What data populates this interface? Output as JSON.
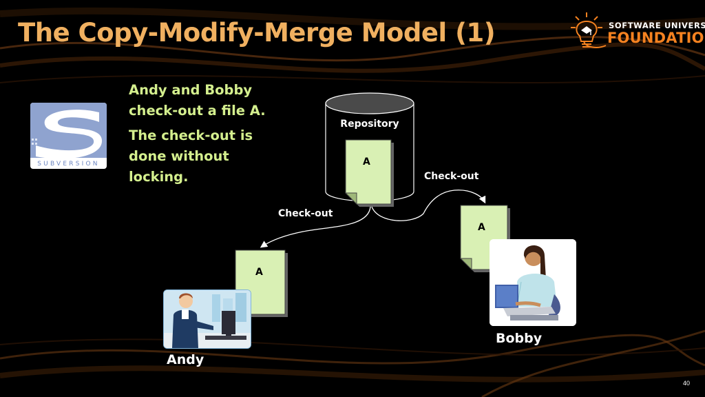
{
  "slide": {
    "title": "The Copy-Modify-Merge Model (1)",
    "page_number": "40"
  },
  "logo": {
    "line1": "SOFTWARE UNIVERSITY",
    "line2": "FOUNDATION",
    "accent_color": "#f58220"
  },
  "subversion_logo": {
    "label": "SUBVERSION"
  },
  "bullets": [
    "Andy and Bobby check-out a file A.",
    "The check-out is done without locking."
  ],
  "bullet_lines": [
    [
      "Andy and Bobby",
      "check-out a file A."
    ],
    [
      "The check-out is",
      "done without",
      "locking."
    ]
  ],
  "diagram": {
    "repository_label": "Repository",
    "repo_file_label": "A",
    "andy_file_label": "A",
    "bobby_file_label": "A",
    "edge_left_label": "Check-out",
    "edge_right_label": "Check-out",
    "andy_label": "Andy",
    "bobby_label": "Bobby"
  },
  "colors": {
    "title": "#f0b060",
    "bullet_text": "#d4ef8e",
    "document_fill": "#d9f0b4",
    "cylinder_top": "#4a4a4a"
  }
}
